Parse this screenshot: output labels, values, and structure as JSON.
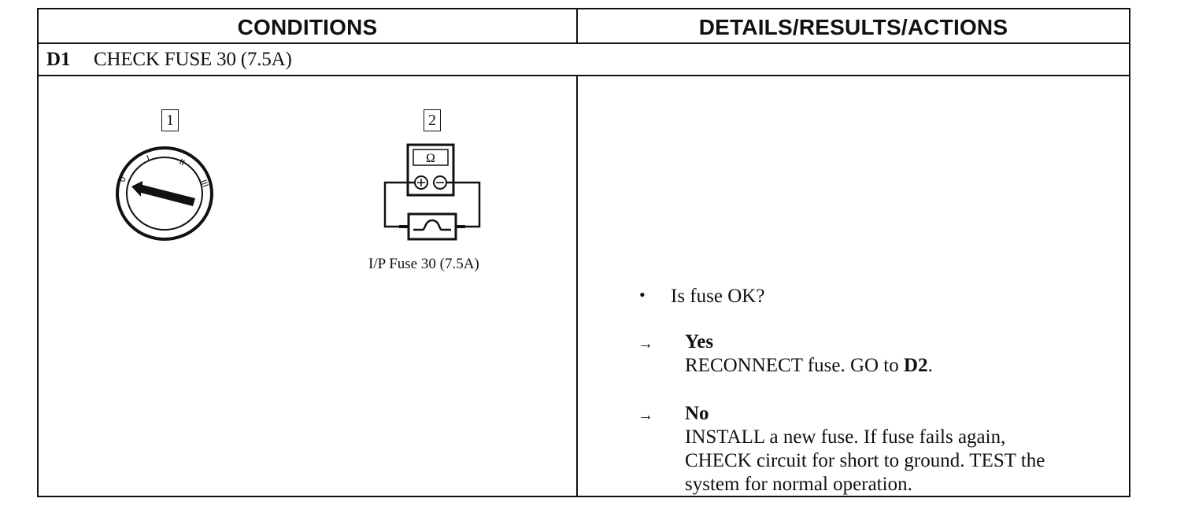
{
  "table": {
    "header_conditions": "CONDITIONS",
    "header_details": "DETAILS/RESULTS/ACTIONS"
  },
  "step": {
    "id": "D1",
    "title": "CHECK FUSE 30 (7.5A)"
  },
  "figures": {
    "callout_1": "1",
    "callout_2": "2",
    "meter_symbol": "Ω",
    "fuse_caption": "I/P Fuse 30 (7.5A)",
    "ignition_positions": [
      "0",
      "I",
      "II",
      "III"
    ]
  },
  "results": {
    "bullet": "•",
    "question": "Is fuse OK?",
    "arrow": "→",
    "yes_label": "Yes",
    "yes_action_prefix": "RECONNECT fuse. GO to ",
    "yes_action_target": "D2",
    "yes_action_suffix": ".",
    "no_label": "No",
    "no_action_lines": [
      "INSTALL a new fuse. If fuse fails again,",
      "CHECK circuit for short to ground. TEST the",
      "system for normal operation."
    ]
  }
}
